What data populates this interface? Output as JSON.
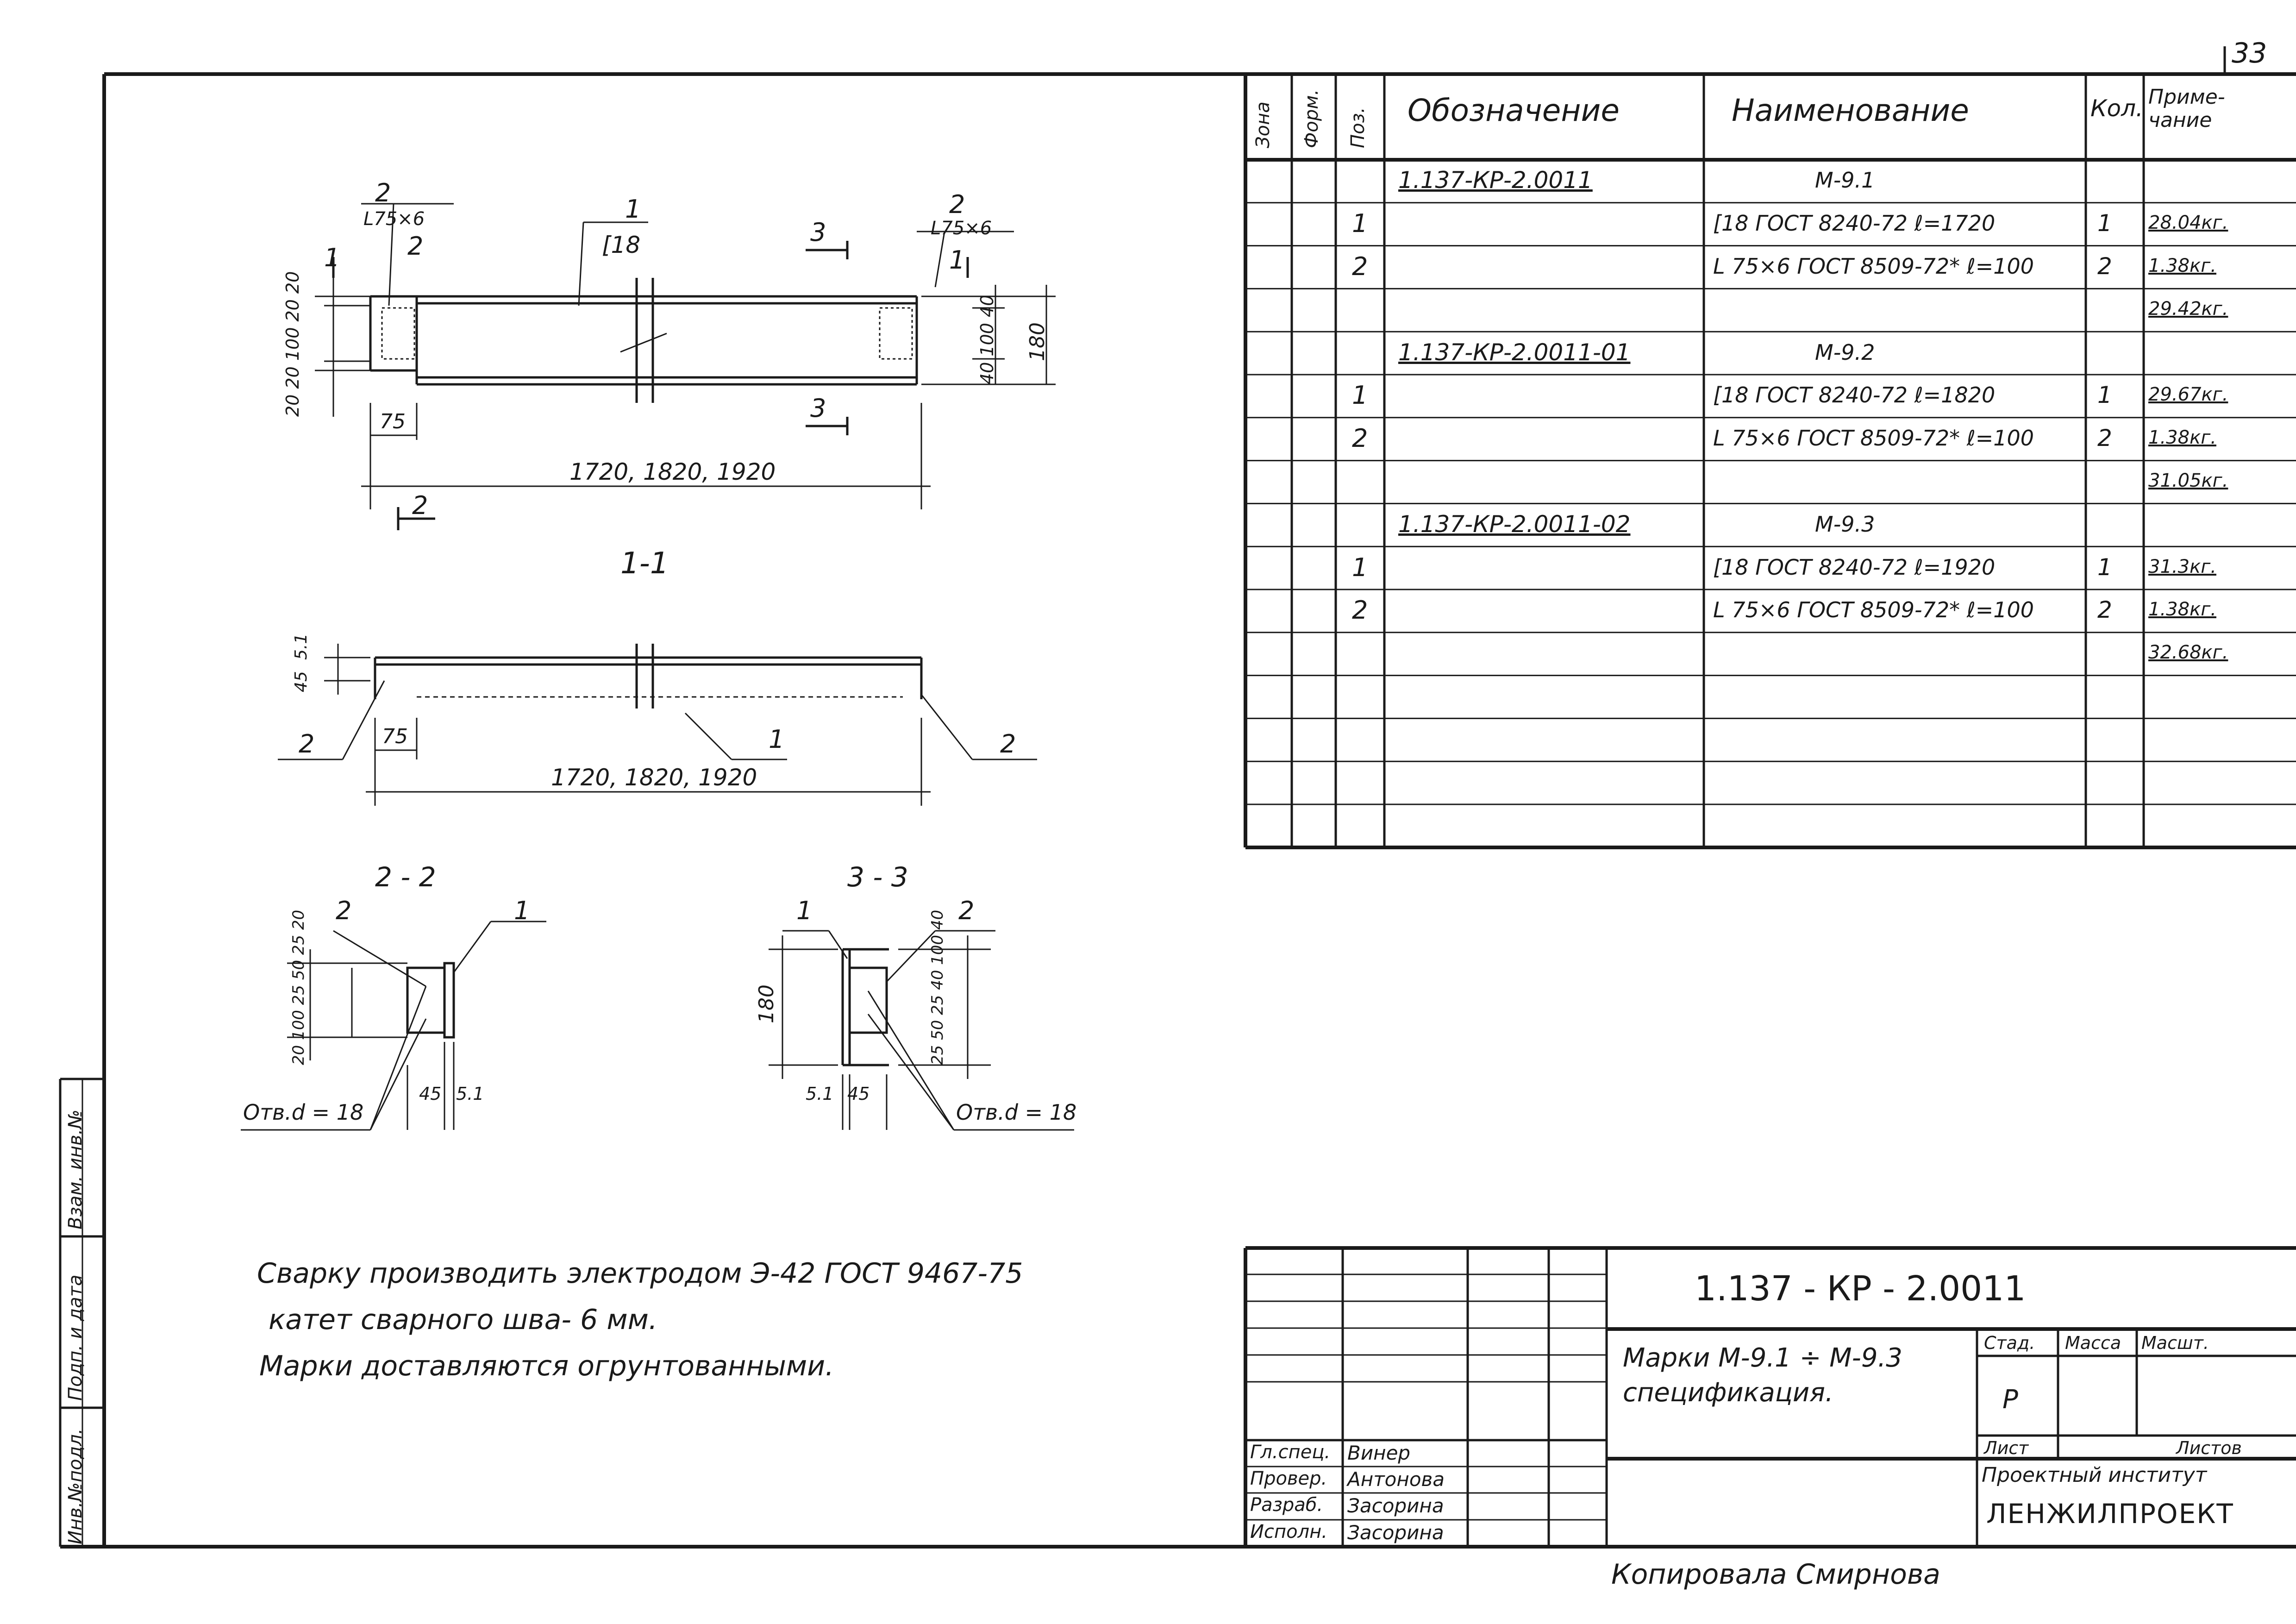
{
  "page_number": "33",
  "spec_table": {
    "headers": {
      "zone": "Зона",
      "format": "Форм.",
      "pos": "Поз.",
      "designation": "Обозначение",
      "name": "Наименование",
      "qty": "Кол.",
      "note": "Приме-\nчание"
    },
    "rows": [
      {
        "pos": "",
        "designation": "1.137-КР-2.0011",
        "name": "М-9.1",
        "qty": "",
        "note": ""
      },
      {
        "pos": "1",
        "designation": "",
        "name": "[18 ГОСТ 8240-72 ℓ=1720",
        "qty": "1",
        "note": "28.04кг."
      },
      {
        "pos": "2",
        "designation": "",
        "name": "L 75×6 ГОСТ 8509-72* ℓ=100",
        "qty": "2",
        "note": "1.38кг."
      },
      {
        "pos": "",
        "designation": "",
        "name": "",
        "qty": "",
        "note": "29.42кг."
      },
      {
        "pos": "",
        "designation": "1.137-КР-2.0011-01",
        "name": "М-9.2",
        "qty": "",
        "note": ""
      },
      {
        "pos": "1",
        "designation": "",
        "name": "[18 ГОСТ 8240-72 ℓ=1820",
        "qty": "1",
        "note": "29.67кг."
      },
      {
        "pos": "2",
        "designation": "",
        "name": "L 75×6 ГОСТ 8509-72* ℓ=100",
        "qty": "2",
        "note": "1.38кг."
      },
      {
        "pos": "",
        "designation": "",
        "name": "",
        "qty": "",
        "note": "31.05кг."
      },
      {
        "pos": "",
        "designation": "1.137-КР-2.0011-02",
        "name": "М-9.3",
        "qty": "",
        "note": ""
      },
      {
        "pos": "1",
        "designation": "",
        "name": "[18 ГОСТ 8240-72 ℓ=1920",
        "qty": "1",
        "note": "31.3кг."
      },
      {
        "pos": "2",
        "designation": "",
        "name": "L 75×6 ГОСТ 8509-72* ℓ=100",
        "qty": "2",
        "note": "1.38кг."
      },
      {
        "pos": "",
        "designation": "",
        "name": "",
        "qty": "",
        "note": "32.68кг."
      },
      {
        "pos": "",
        "designation": "",
        "name": "",
        "qty": "",
        "note": ""
      },
      {
        "pos": "",
        "designation": "",
        "name": "",
        "qty": "",
        "note": ""
      },
      {
        "pos": "",
        "designation": "",
        "name": "",
        "qty": "",
        "note": ""
      },
      {
        "pos": "",
        "designation": "",
        "name": "",
        "qty": "",
        "note": ""
      }
    ]
  },
  "notes": {
    "line1": "Сварку производить электродом Э-42 ГОСТ 9467-75",
    "line2": "катет сварного шва- 6 мм.",
    "line3": "Марки доставляются огрунтованными."
  },
  "drawing": {
    "plan": {
      "label_channel": "[18",
      "pos1": "1",
      "pos2_left": "2",
      "angle_left": "L75×6",
      "pos2_right": "2",
      "angle_right": "L75×6",
      "cut1_left": "1",
      "cut1_right": "1",
      "cut2_top": "2",
      "cut2_bottom": "2",
      "cut3_top": "3",
      "cut3_bottom": "3",
      "dim_left_stack": "20 20 100 20 20",
      "dim_right_stack": "40 100 40",
      "dim_height": "180",
      "dim_75": "75",
      "dim_length": "1720, 1820, 1920"
    },
    "section11": {
      "title": "1-1",
      "dim_top": "45",
      "dim_top2": "5.1",
      "dim_75": "75",
      "pos1": "1",
      "pos2_left": "2",
      "pos2_right": "2",
      "dim_length": "1720, 1820, 1920"
    },
    "section22": {
      "title": "2 - 2",
      "pos2": "2",
      "pos1": "1",
      "dims_left": "20 100 25 50 25 20",
      "dim_45": "45",
      "dim_51": "5.1",
      "hole": "Отв.d = 18"
    },
    "section33": {
      "title": "3 - 3",
      "pos1": "1",
      "pos2": "2",
      "dim_180": "180",
      "dims_right": "25 50 25 40 100 40",
      "dim_51": "5.1",
      "dim_45": "45",
      "hole": "Отв.d = 18"
    }
  },
  "side_stamp": {
    "cell1": "Инв.№подл.",
    "cell2": "Подп. и дата",
    "cell3": "Взам. инв.№"
  },
  "title_block": {
    "doc_code": "1.137 - КР - 2.0011",
    "title_line1": "Марки М-9.1 ÷ М-9.3",
    "title_line2": "спецификация.",
    "stage_label": "Стад.",
    "mass_label": "Масса",
    "scale_label": "Масшт.",
    "stage_value": "Р",
    "sheet_label": "Лист",
    "sheets_label": "Листов",
    "org_line1": "Проектный институт",
    "org_line2": "ЛЕНЖИЛПРОЕКТ",
    "roles": [
      {
        "role": "Гл.спец.",
        "name": "Винер"
      },
      {
        "role": "Провер.",
        "name": "Антонова"
      },
      {
        "role": "Разраб.",
        "name": "Засорина"
      },
      {
        "role": "Исполн.",
        "name": "Засорина"
      }
    ]
  },
  "copied_by": "Копировала   Смирнова"
}
